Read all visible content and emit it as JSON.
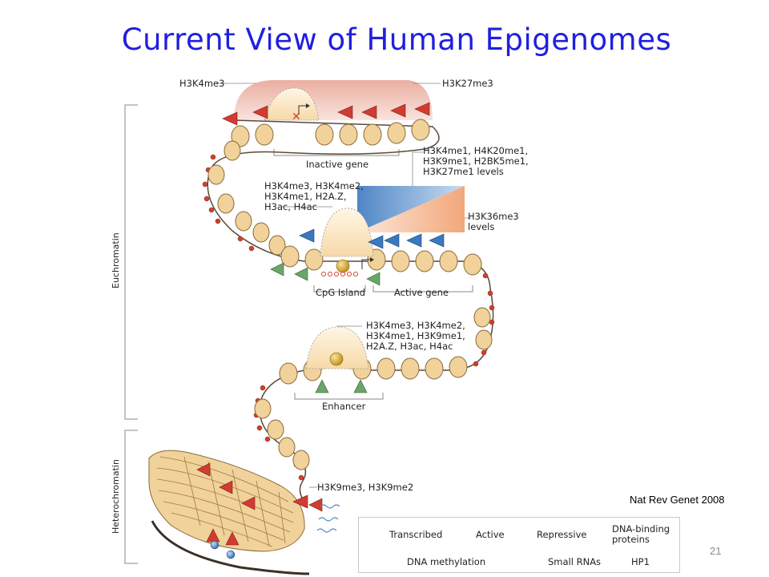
{
  "slide": {
    "title": "Current View of Human Epigenomes",
    "citation": "Nat Rev Genet 2008",
    "page_number": "21"
  },
  "diagram": {
    "side_labels": {
      "euchromatin": "Euchromatin",
      "heterochromatin": "Heterochromatin"
    },
    "inactive_region": {
      "left_mark": "H3K4me3",
      "right_mark": "H3K27me3",
      "gene_label": "Inactive gene"
    },
    "gradient_region": {
      "top_marks": [
        "H3K4me1, H4K20me1,",
        "H3K9me1, H2BK5me1,",
        "H3K27me1 levels"
      ],
      "bottom_marks": [
        "H3K36me3",
        "levels"
      ]
    },
    "active_region": {
      "promoter_marks": [
        "H3K4me3, H3K4me2,",
        "H3K4me1, H2A.Z,",
        "H3ac, H4ac"
      ],
      "cpg_label": "CpG Island",
      "gene_label": "Active gene"
    },
    "enhancer_region": {
      "marks": [
        "H3K4me3, H3K4me2,",
        "H3K4me1, H3K9me1,",
        "H2A.Z, H3ac, H4ac"
      ],
      "label": "Enhancer"
    },
    "heterochromatin_region": {
      "marks": "H3K9me3, H3K9me2"
    }
  },
  "legend": {
    "transcribed": "Transcribed",
    "active": "Active",
    "repressive": "Repressive",
    "dna_binding": [
      "DNA-binding",
      "proteins"
    ],
    "dna_methylation": "DNA methylation",
    "small_rnas": "Small RNAs",
    "hp1": "HP1"
  },
  "colors": {
    "title": "#1f1fe0",
    "transcribed_flag": "#3a78c0",
    "active_flag": "#6aa66a",
    "repressive_flag": "#d23b32",
    "nucleosome": "#f0d29a",
    "methylation": "#d0402e",
    "hp1": "#5a8fc8",
    "dna_binding": "#d8a62e"
  }
}
